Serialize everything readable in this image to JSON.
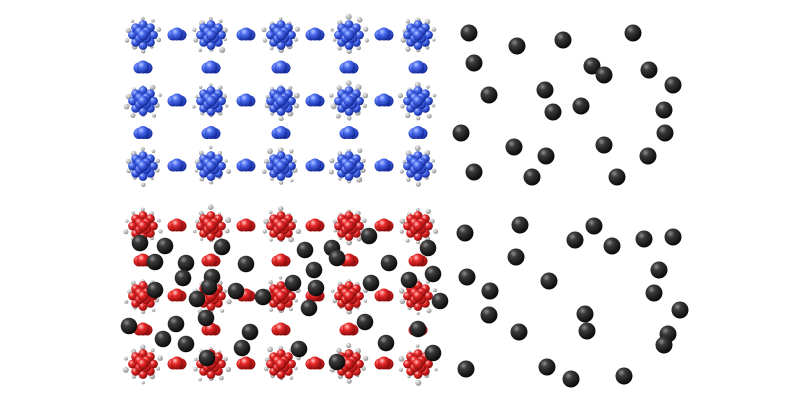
{
  "colors": {
    "background": "#ffffff",
    "framework_empty": "#2447d8",
    "framework_loaded": "#e01818",
    "molecule": "#2a2a2a"
  },
  "panels": [
    {
      "id": "framework-empty",
      "state": "empty",
      "color_key": "framework_empty"
    },
    {
      "id": "framework-loaded",
      "state": "loaded",
      "color_key": "framework_loaded"
    }
  ],
  "icons": [
    "molecule-sphere-icon",
    "framework-node-icon"
  ]
}
